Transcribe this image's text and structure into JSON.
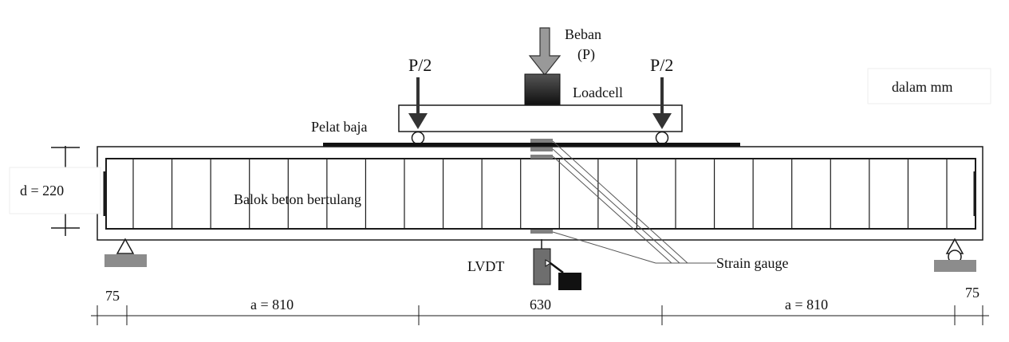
{
  "labels": {
    "load": "Beban",
    "load_symbol": "(P)",
    "half_load_left": "P/2",
    "half_load_right": "P/2",
    "loadcell": "Loadcell",
    "units": "dalam mm",
    "steel_plate": "Pelat baja",
    "beam": "Balok beton bertulang",
    "depth": "d = 220",
    "lvdt": "LVDT",
    "strain_gauge": "Strain gauge"
  },
  "dimensions": {
    "overhang_left": "75",
    "shear_span_left": "a = 810",
    "middle_span": "630",
    "shear_span_right": "a = 810",
    "overhang_right": "75"
  },
  "colors": {
    "line": "#1a1a1a",
    "arrow_fill": "#999999",
    "support_base": "#8c8c8c",
    "loadcell_top": "#555555",
    "loadcell_bottom": "#111111",
    "gauge": "#808080",
    "lvdt_body": "#6e6e6e"
  },
  "stirrup_count": 22
}
